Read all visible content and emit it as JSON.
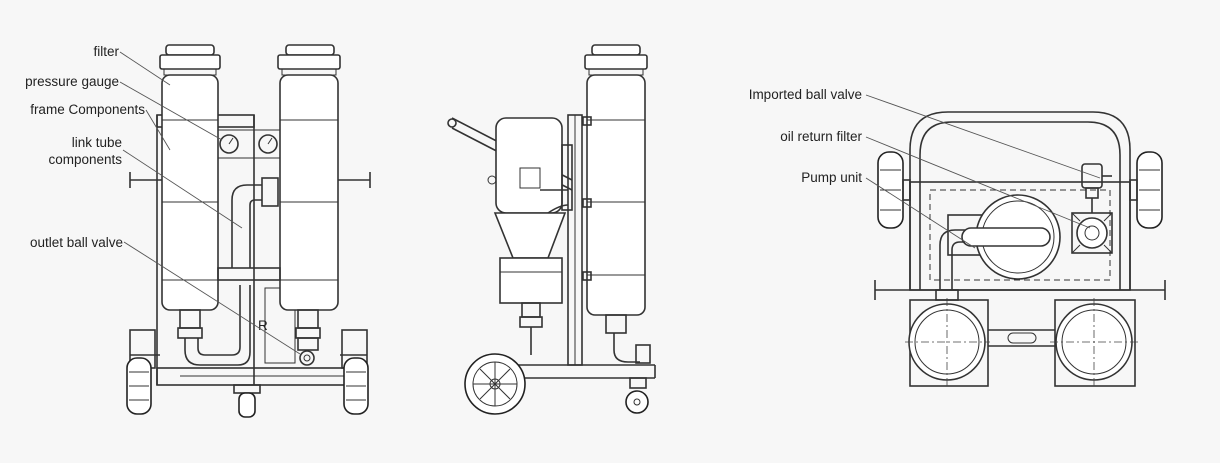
{
  "views": {
    "front": {
      "labels": [
        {
          "id": "filter",
          "text": "filter"
        },
        {
          "id": "pressure-gauge",
          "text": "pressure gauge"
        },
        {
          "id": "frame-components",
          "text": "frame Components"
        },
        {
          "id": "link-tube-1",
          "text": "link tube"
        },
        {
          "id": "link-tube-2",
          "text": "components"
        },
        {
          "id": "outlet-ball-valve",
          "text": "outlet ball valve"
        }
      ]
    },
    "side": {
      "labels": []
    },
    "top": {
      "labels": [
        {
          "id": "imported-ball-valve",
          "text": "Imported ball valve"
        },
        {
          "id": "oil-return-filter",
          "text": "oil return filter"
        },
        {
          "id": "pump-unit",
          "text": "Pump unit"
        }
      ]
    }
  },
  "marks": {
    "plate_mark": "R"
  },
  "colors": {
    "line": "#333333",
    "background": "#f7f7f7",
    "text": "#222222"
  }
}
